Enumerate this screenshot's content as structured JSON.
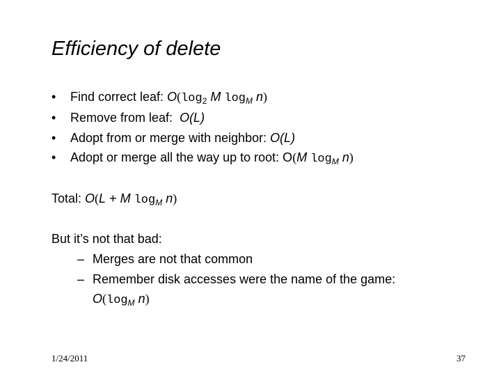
{
  "title": "Efficiency of delete",
  "bullets": [
    {
      "label": "Find correct leaf: ",
      "o": "O",
      "open": "(",
      "log": "log",
      "base": "2",
      "m": "M",
      "log2": "log",
      "base2": "M",
      "n": "n",
      "close": ")"
    },
    {
      "label": "Remove from leaf:  ",
      "expr": "O(L)"
    },
    {
      "label": "Adopt from or merge with neighbor: ",
      "expr": "O(L)"
    },
    {
      "label": "Adopt or merge all the way up to root: ",
      "o": "O",
      "open": "(",
      "m": "M",
      "log": "log",
      "base": "M",
      "n": "n",
      "close": ")"
    }
  ],
  "total": {
    "label": "Total: ",
    "o": "O",
    "open": "(",
    "l": "L",
    "plus": " + ",
    "m": "M",
    "log": "log",
    "base": "M",
    "n": "n",
    "close": ")"
  },
  "intro": "But it’s not that bad:",
  "subitems": [
    {
      "text": "Merges are not that common"
    },
    {
      "text": "Remember disk accesses were the name of the game:",
      "cont_o": "O",
      "open": "(",
      "log": "log",
      "base": "M",
      "n": "n",
      "close": ")"
    }
  ],
  "bullet_glyph": "•",
  "dash_glyph": "–",
  "footer": {
    "date": "1/24/2011",
    "page": "37"
  }
}
